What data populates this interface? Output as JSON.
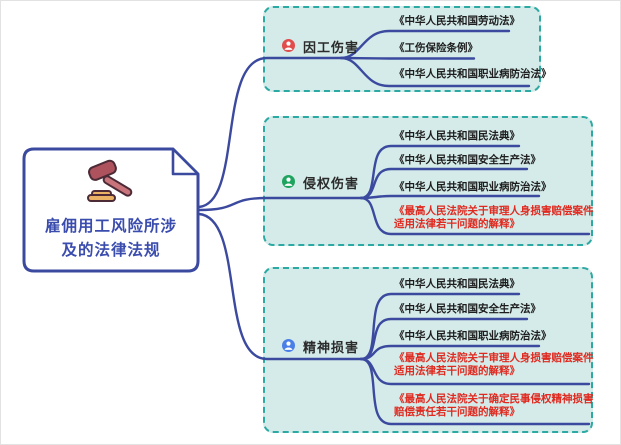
{
  "central_topic": {
    "title_line1": "雇佣用工风险所涉",
    "title_line2": "及的法律法规",
    "icon": "gavel-icon"
  },
  "branches": [
    {
      "label": "因工伤害",
      "icon": "person-badge-icon",
      "icon_color": "#e14c4c",
      "laws": [
        {
          "text": "《中华人民共和国劳动法》",
          "emphasis": "normal"
        },
        {
          "text": "《工伤保险条例》",
          "emphasis": "normal"
        },
        {
          "text": "《中华人民共和国职业病防治法》",
          "emphasis": "normal"
        }
      ]
    },
    {
      "label": "侵权伤害",
      "icon": "person-badge-icon",
      "icon_color": "#1ea45f",
      "laws": [
        {
          "text": "《中华人民共和国民法典》",
          "emphasis": "normal"
        },
        {
          "text": "《中华人民共和国安全生产法》",
          "emphasis": "normal"
        },
        {
          "text": "《中华人民共和国职业病防治法》",
          "emphasis": "normal"
        },
        {
          "text": "《最高人民法院关于审理人身损害赔偿案件适用法律若干问题的解释》",
          "emphasis": "red"
        }
      ]
    },
    {
      "label": "精神损害",
      "icon": "person-badge-icon",
      "icon_color": "#4b7fe8",
      "laws": [
        {
          "text": "《中华人民共和国民法典》",
          "emphasis": "normal"
        },
        {
          "text": "《中华人民共和国安全生产法》",
          "emphasis": "normal"
        },
        {
          "text": "《中华人民共和国职业病防治法》",
          "emphasis": "normal"
        },
        {
          "text": "《最高人民法院关于审理人身损害赔偿案件适用法律若干问题的解释》",
          "emphasis": "red"
        },
        {
          "text": "《最高人民法院关于确定民事侵权精神损害赔偿责任若干问题的解释》",
          "emphasis": "red"
        }
      ]
    }
  ],
  "colors": {
    "line": "#3b4a9f",
    "group_fill": "#d4ebe9",
    "group_border": "#2ba9a2",
    "red_text": "#e02a20",
    "central_text": "#3a4cae"
  }
}
